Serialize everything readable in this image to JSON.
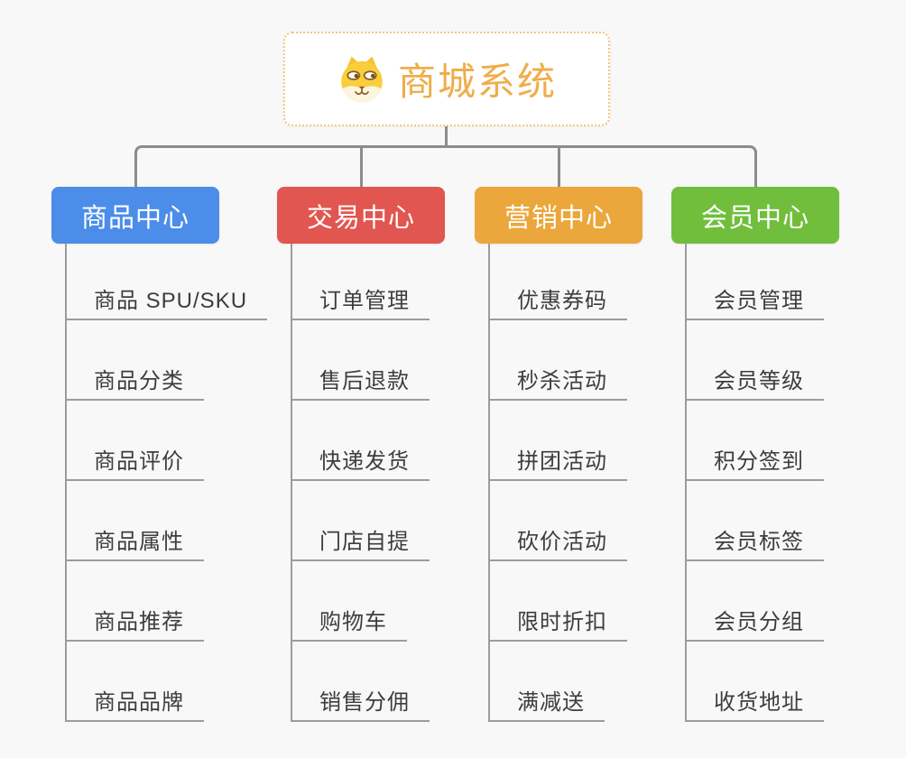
{
  "root": {
    "title": "商城系统",
    "icon": "dog-face-icon",
    "title_color": "#efad4a",
    "border_color": "#f3c67f"
  },
  "branches": [
    {
      "label": "商品中心",
      "color": "#4b8de9",
      "children": [
        "商品 SPU/SKU",
        "商品分类",
        "商品评价",
        "商品属性",
        "商品推荐",
        "商品品牌"
      ]
    },
    {
      "label": "交易中心",
      "color": "#e15650",
      "children": [
        "订单管理",
        "售后退款",
        "快递发货",
        "门店自提",
        "购物车",
        "销售分佣"
      ]
    },
    {
      "label": "营销中心",
      "color": "#eba73b",
      "children": [
        "优惠券码",
        "秒杀活动",
        "拼团活动",
        "砍价活动",
        "限时折扣",
        "满减送"
      ]
    },
    {
      "label": "会员中心",
      "color": "#70be3c",
      "children": [
        "会员管理",
        "会员等级",
        "积分签到",
        "会员标签",
        "会员分组",
        "收货地址"
      ]
    }
  ],
  "style": {
    "background": "#f8f8f8",
    "connector_color": "#8c8c8c",
    "child_line_color": "#9c9c9c",
    "child_text_color": "#3d3d3d"
  }
}
